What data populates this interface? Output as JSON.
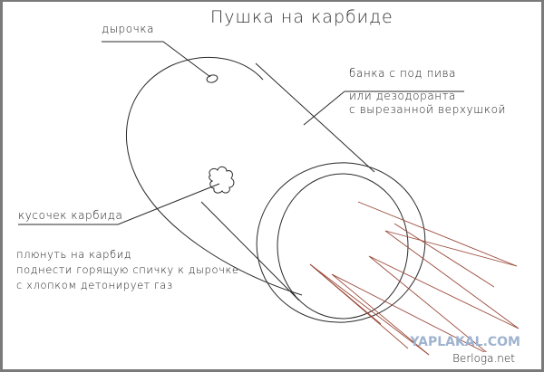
{
  "title": "Пушка на карбиде",
  "labels": {
    "hole": "дырочка",
    "can_line1": "банка с под пива",
    "can_line2": "или дезодоранта",
    "can_line3": "с вырезанной верхушкой",
    "carbide": "кусочек карбида"
  },
  "instructions": [
    "плюнуть на карбид",
    "поднести горящую спичку к дырочке",
    "с хлопком детонирует газ"
  ],
  "watermarks": {
    "site1": "YAPLAKAL.COM",
    "site2": "Berloga.net"
  },
  "colors": {
    "line": "#2a2a2a",
    "blast": "#9a4a3a",
    "frame": "#7a7a7a",
    "watermark": "#9fb3cf"
  }
}
